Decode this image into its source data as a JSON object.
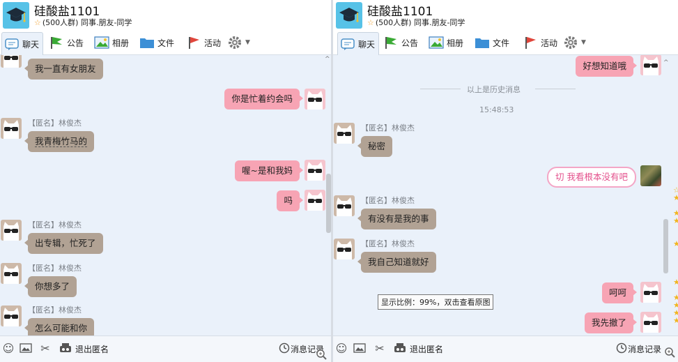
{
  "colors": {
    "brown_bubble": "#b1a294",
    "pink_bubble": "#f7a4b4",
    "panel_bg": "#eaf1fa",
    "group_avatar": "#57c2e7"
  },
  "group": {
    "name": "硅酸盐1101",
    "star": "☆",
    "info": "(500人群) 同事.朋友-同学"
  },
  "tabs": [
    {
      "label": "聊天",
      "icon": "chat-bubble-icon"
    },
    {
      "label": "公告",
      "icon": "flag-green-icon"
    },
    {
      "label": "相册",
      "icon": "photo-album-icon"
    },
    {
      "label": "文件",
      "icon": "folder-icon"
    },
    {
      "label": "活动",
      "icon": "flag-red-icon"
    },
    {
      "label": "",
      "icon": "gear-icon"
    }
  ],
  "toolbar": {
    "anon_label": "退出匿名",
    "history_label": "消息记录",
    "icons": [
      "emoji-icon",
      "image-icon",
      "scissors-icon",
      "anonymous-icon",
      "clock-icon",
      "zoom-icon"
    ]
  },
  "left_chat": {
    "sender_name": "【匿名】林俊杰",
    "messages": [
      {
        "side": "left",
        "text": "我一直有女朋友"
      },
      {
        "side": "right",
        "text": "你是忙着约会吗"
      },
      {
        "side": "left",
        "text": "我青梅竹马的"
      },
      {
        "side": "right",
        "text": "喔~是和我妈"
      },
      {
        "side": "right",
        "text": "吗"
      },
      {
        "side": "left",
        "text": "出专辑，忙死了"
      },
      {
        "side": "left",
        "text": "你想多了"
      },
      {
        "side": "left",
        "text": "怎么可能和你"
      }
    ]
  },
  "right_chat": {
    "sender_name": "【匿名】林俊杰",
    "history_label": "以上是历史消息",
    "time": "15:48:53",
    "tooltip": "显示比例：99%，双击查看原图",
    "messages": [
      {
        "side": "right",
        "text": "好想知道哦"
      },
      {
        "side": "left",
        "text": "秘密"
      },
      {
        "side": "right",
        "text": "切  我看根本没有吧"
      },
      {
        "side": "left",
        "text": "有没有是我的事"
      },
      {
        "side": "left",
        "text": "我自己知道就好"
      },
      {
        "side": "right",
        "text": "呵呵"
      },
      {
        "side": "right",
        "text": "我先撤了"
      }
    ]
  }
}
